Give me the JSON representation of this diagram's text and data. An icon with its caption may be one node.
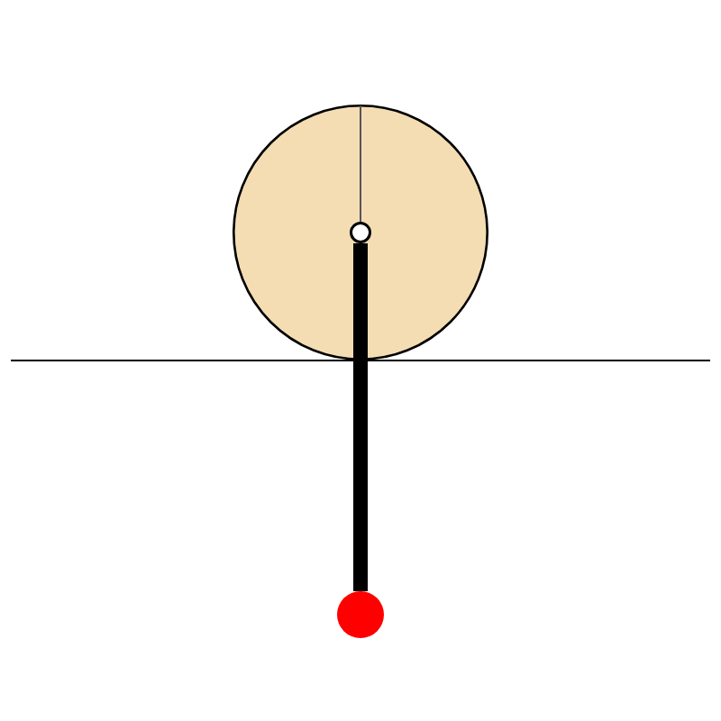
{
  "diagram": {
    "nodes": [
      {
        "text": [],
        "shape": "circle"
      },
      {
        "text": [],
        "shape": "circle",
        "in": 0
      },
      {
        "text": [],
        "shape": "circle"
      }
    ],
    "edges": [
      {
        "from": 1,
        "to": 2,
        "arrow": "none"
      }
    ]
  }
}
